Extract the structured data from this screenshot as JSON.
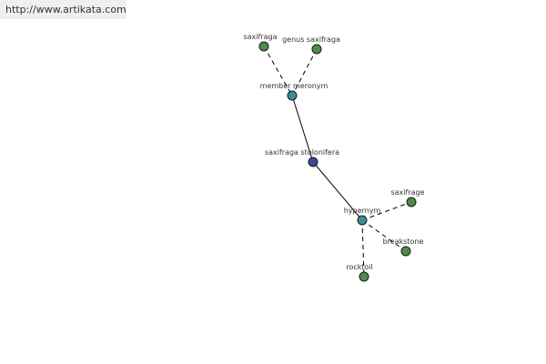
{
  "source_url": "http://www.artikata.com",
  "colors": {
    "leaf": "#4f8a4a",
    "relation": "#3a8f93",
    "root": "#3c4a93"
  },
  "graph": {
    "nodes": [
      {
        "id": "saxifraga",
        "label": "saxifraga",
        "kind": "leaf"
      },
      {
        "id": "genus-saxifraga",
        "label": "genus saxifraga",
        "kind": "leaf"
      },
      {
        "id": "member-meronym",
        "label": "member meronym",
        "kind": "relation"
      },
      {
        "id": "saxifraga-stolonifera",
        "label": "saxifraga stolonifera",
        "kind": "root"
      },
      {
        "id": "hypernym",
        "label": "hypernym",
        "kind": "relation"
      },
      {
        "id": "saxifrage",
        "label": "saxifrage",
        "kind": "leaf"
      },
      {
        "id": "breakstone",
        "label": "breakstone",
        "kind": "leaf"
      },
      {
        "id": "rockfoil",
        "label": "rockfoil",
        "kind": "leaf"
      }
    ],
    "edges": [
      {
        "from": "saxifraga",
        "to": "member-meronym",
        "style": "dashed"
      },
      {
        "from": "genus-saxifraga",
        "to": "member-meronym",
        "style": "dashed"
      },
      {
        "from": "member-meronym",
        "to": "saxifraga-stolonifera",
        "style": "solid"
      },
      {
        "from": "saxifraga-stolonifera",
        "to": "hypernym",
        "style": "solid"
      },
      {
        "from": "hypernym",
        "to": "saxifrage",
        "style": "dashed"
      },
      {
        "from": "hypernym",
        "to": "breakstone",
        "style": "dashed"
      },
      {
        "from": "hypernym",
        "to": "rockfoil",
        "style": "dashed"
      }
    ]
  }
}
